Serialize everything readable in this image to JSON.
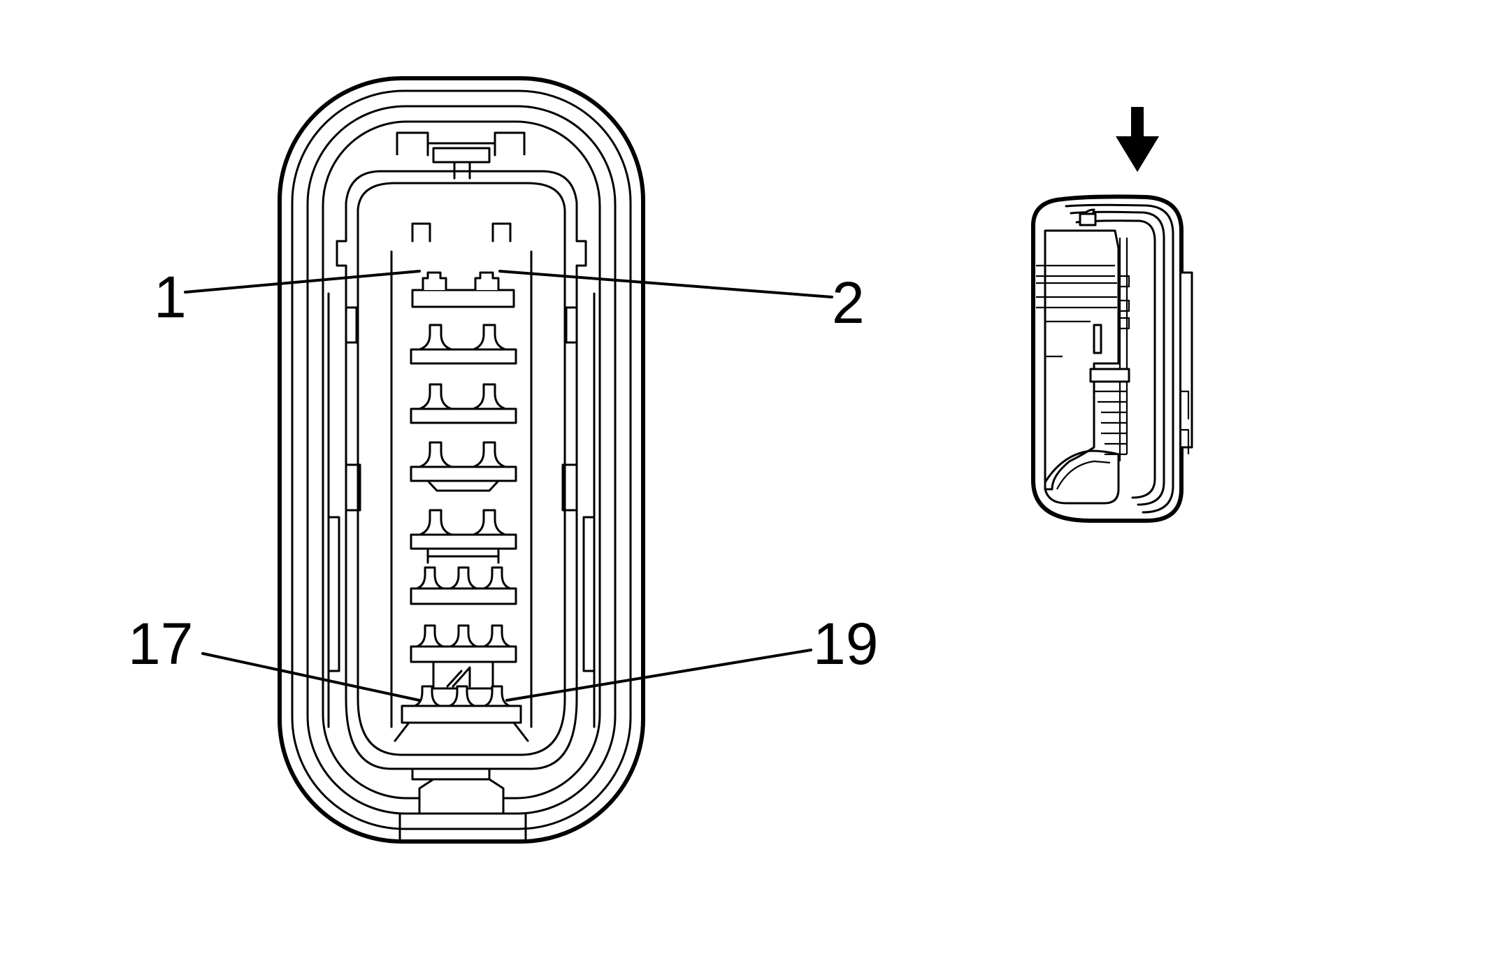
{
  "callouts": {
    "pin_1": "1",
    "pin_2": "2",
    "pin_17": "17",
    "pin_19": "19"
  },
  "icons": {
    "view_direction": "arrow-down-icon"
  },
  "colors": {
    "line": "#000000",
    "background": "#ffffff"
  }
}
